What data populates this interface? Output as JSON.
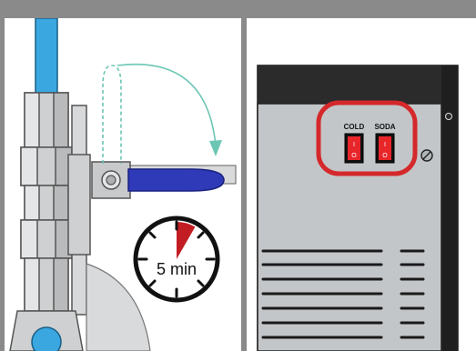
{
  "timer": {
    "label": "5 min",
    "elapsed_fraction": 0.083
  },
  "switches": {
    "cold_label": "COLD",
    "soda_label": "SODA",
    "on_symbol": "I",
    "off_symbol": "O"
  },
  "colors": {
    "pipe": "#3aa7e0",
    "valve_handle": "#2f3ab8",
    "arrow": "#6cc6b4",
    "highlight": "#d4282b",
    "switch": "#e8262a",
    "panel": "#c3c6c9",
    "timer_wedge": "#c21d22"
  },
  "icons": {
    "arrow": "curved-arrow-icon",
    "timer": "stopwatch-icon",
    "screw": "screw-icon"
  }
}
